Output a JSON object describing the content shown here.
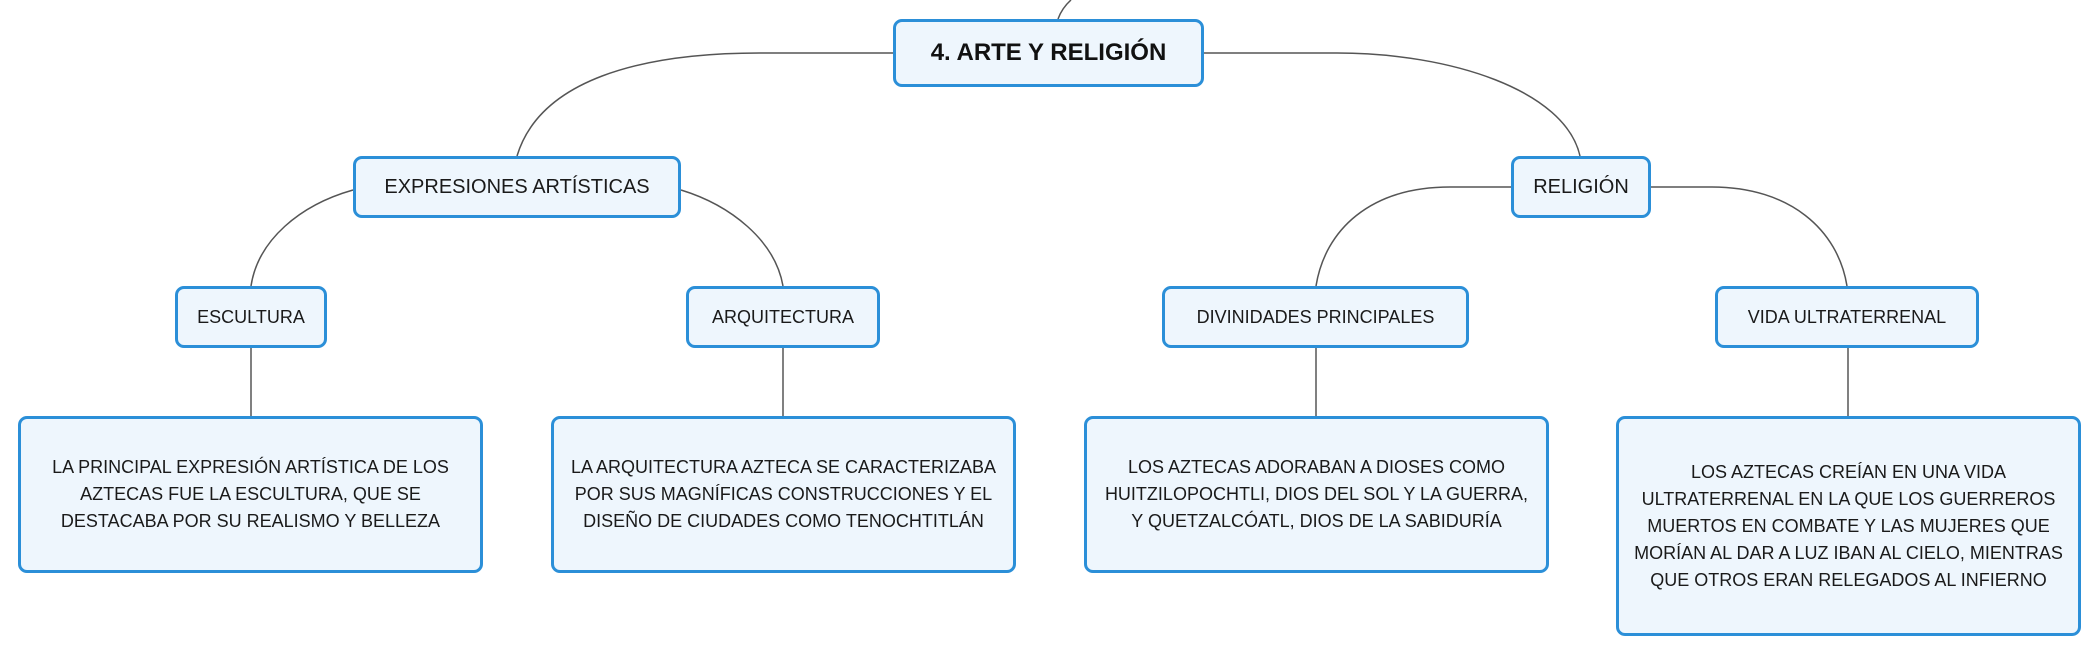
{
  "mindmap": {
    "root": {
      "label": "4. ARTE Y RELIGIÓN"
    },
    "branches": [
      {
        "label": "EXPRESIONES ARTÍSTICAS",
        "children": [
          {
            "label": "ESCULTURA",
            "detail": "LA PRINCIPAL EXPRESIÓN ARTÍSTICA DE LOS AZTECAS FUE LA ESCULTURA, QUE SE DESTACABA POR SU REALISMO Y BELLEZA"
          },
          {
            "label": "ARQUITECTURA",
            "detail": "LA ARQUITECTURA AZTECA SE CARACTERIZABA POR SUS MAGNÍFICAS CONSTRUCCIONES Y EL DISEÑO DE CIUDADES COMO TENOCHTITLÁN"
          }
        ]
      },
      {
        "label": "RELIGIÓN",
        "children": [
          {
            "label": "DIVINIDADES PRINCIPALES",
            "detail": "LOS AZTECAS ADORABAN A DIOSES COMO HUITZILOPOCHTLI, DIOS DEL SOL Y LA GUERRA, Y QUETZALCÓATL, DIOS DE LA SABIDURÍA"
          },
          {
            "label": "VIDA ULTRATERRENAL",
            "detail": "LOS AZTECAS CREÍAN EN UNA VIDA ULTRATERRENAL EN LA QUE LOS GUERREROS MUERTOS EN COMBATE Y LAS MUJERES QUE MORÍAN AL DAR A LUZ IBAN AL CIELO, MIENTRAS QUE OTROS ERAN RELEGADOS AL INFIERNO"
          }
        ]
      }
    ]
  },
  "colors": {
    "node_border": "#2b8fd8",
    "node_fill": "#eef6fd",
    "connector": "#555555"
  }
}
